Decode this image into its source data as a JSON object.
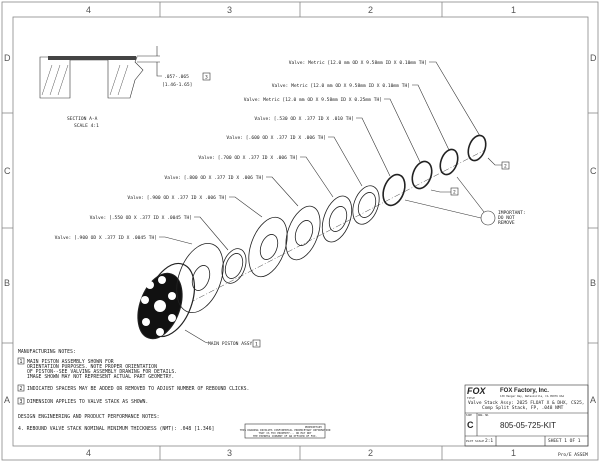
{
  "zones": {
    "columns": [
      "4",
      "3",
      "2",
      "1"
    ],
    "rows": [
      "D",
      "C",
      "B",
      "A"
    ]
  },
  "section": {
    "dimension": ".057-.065",
    "dimension_metric": "[1.46-1.65]",
    "note_ref": "3",
    "title": "SECTION A-A",
    "scale": "SCALE 4:1"
  },
  "callouts": [
    "Valve: Metric [12.0 mm OD X 9.58mm ID X 0.10mm TH]",
    "Valve: Metric [12.0 mm OD X 9.58mm ID X 0.10mm TH]",
    "Valve: Metric [12.0 mm OD X 9.58mm ID X 0.25mm TH]",
    "Valve: [.530 OD X .377 ID X .010 TH]",
    "Valve: [.600 OD X .377 ID X .006 TH]",
    "Valve: [.700 OD X .377 ID X .006 TH]",
    "Valve: [.800 OD X .377 ID X .006 TH]",
    "Valve: [.900 OD X .377 ID X .006 TH]",
    "Valve: [.550 OD X .377 ID X .0045 TH]",
    "Valve: [.900 OD X .377 ID X .0045 TH]"
  ],
  "spacer_ref": "2",
  "important_note": [
    "IMPORTANT:",
    "DO NOT",
    "REMOVE"
  ],
  "piston_label": "MAIN PISTON ASSY",
  "piston_ref": "1",
  "notes": {
    "manufacturing_title": "MANUFACTURING NOTES:",
    "note1_ref": "1",
    "note1": [
      "MAIN PISTON ASSEMBLY SHOWN FOR",
      "ORIENTATION PURPOSES. NOTE PROPER ORIENTATION",
      "OF PISTON--SEE VALVING ASSEMBLY DRAWING FOR DETAILS.",
      "IMAGE SHOWN MAY NOT REPRESENT ACTUAL PART GEOMETRY."
    ],
    "note2_ref": "2",
    "note2": "INDICATED SPACERS MAY BE ADDED OR REMOVED TO ADJUST NUMBER OF REBOUND CLICKS.",
    "note3_ref": "3",
    "note3": "DIMENSION APPLIES TO VALVE STACK AS SHOWN.",
    "design_title": "DESIGN ENGINEERING AND PRODUCT PERFORMANCE NOTES:",
    "note4": "4. REBOUND VALVE STACK NOMINAL MINIMUM THICKNESS (NMT): .048 [1.346]"
  },
  "proprietary": [
    "PROPRIETARY",
    "THIS DRAWING INVOLVES CONFIDENTIAL PROPRIETARY INFORMATION",
    "THAT IS FOX PROPERTY... OR MAY NOT",
    "THE EXPRESS CONSENT OF AN OFFICER OF FOX."
  ],
  "title_block": {
    "logo": "FOX",
    "company": "FOX Factory, Inc.",
    "address": "130 Hangar Way, Watsonville, CA 95076 USA",
    "title_label": "TITLE",
    "title": [
      "Valve Stack Assy: 2025 FLOAT X & DHX, CS25,",
      "Comp Split Stack, FP, .048 NMT"
    ],
    "size_label": "SIZE",
    "size": "C",
    "dwg_label": "DWG. NO.",
    "dwg_no": "805-05-725-KIT",
    "scale_label": "PLOT SCALE",
    "scale": "2:1",
    "sheet": "SHEET 1 OF 1",
    "software": "Pro/E ASSEM"
  }
}
